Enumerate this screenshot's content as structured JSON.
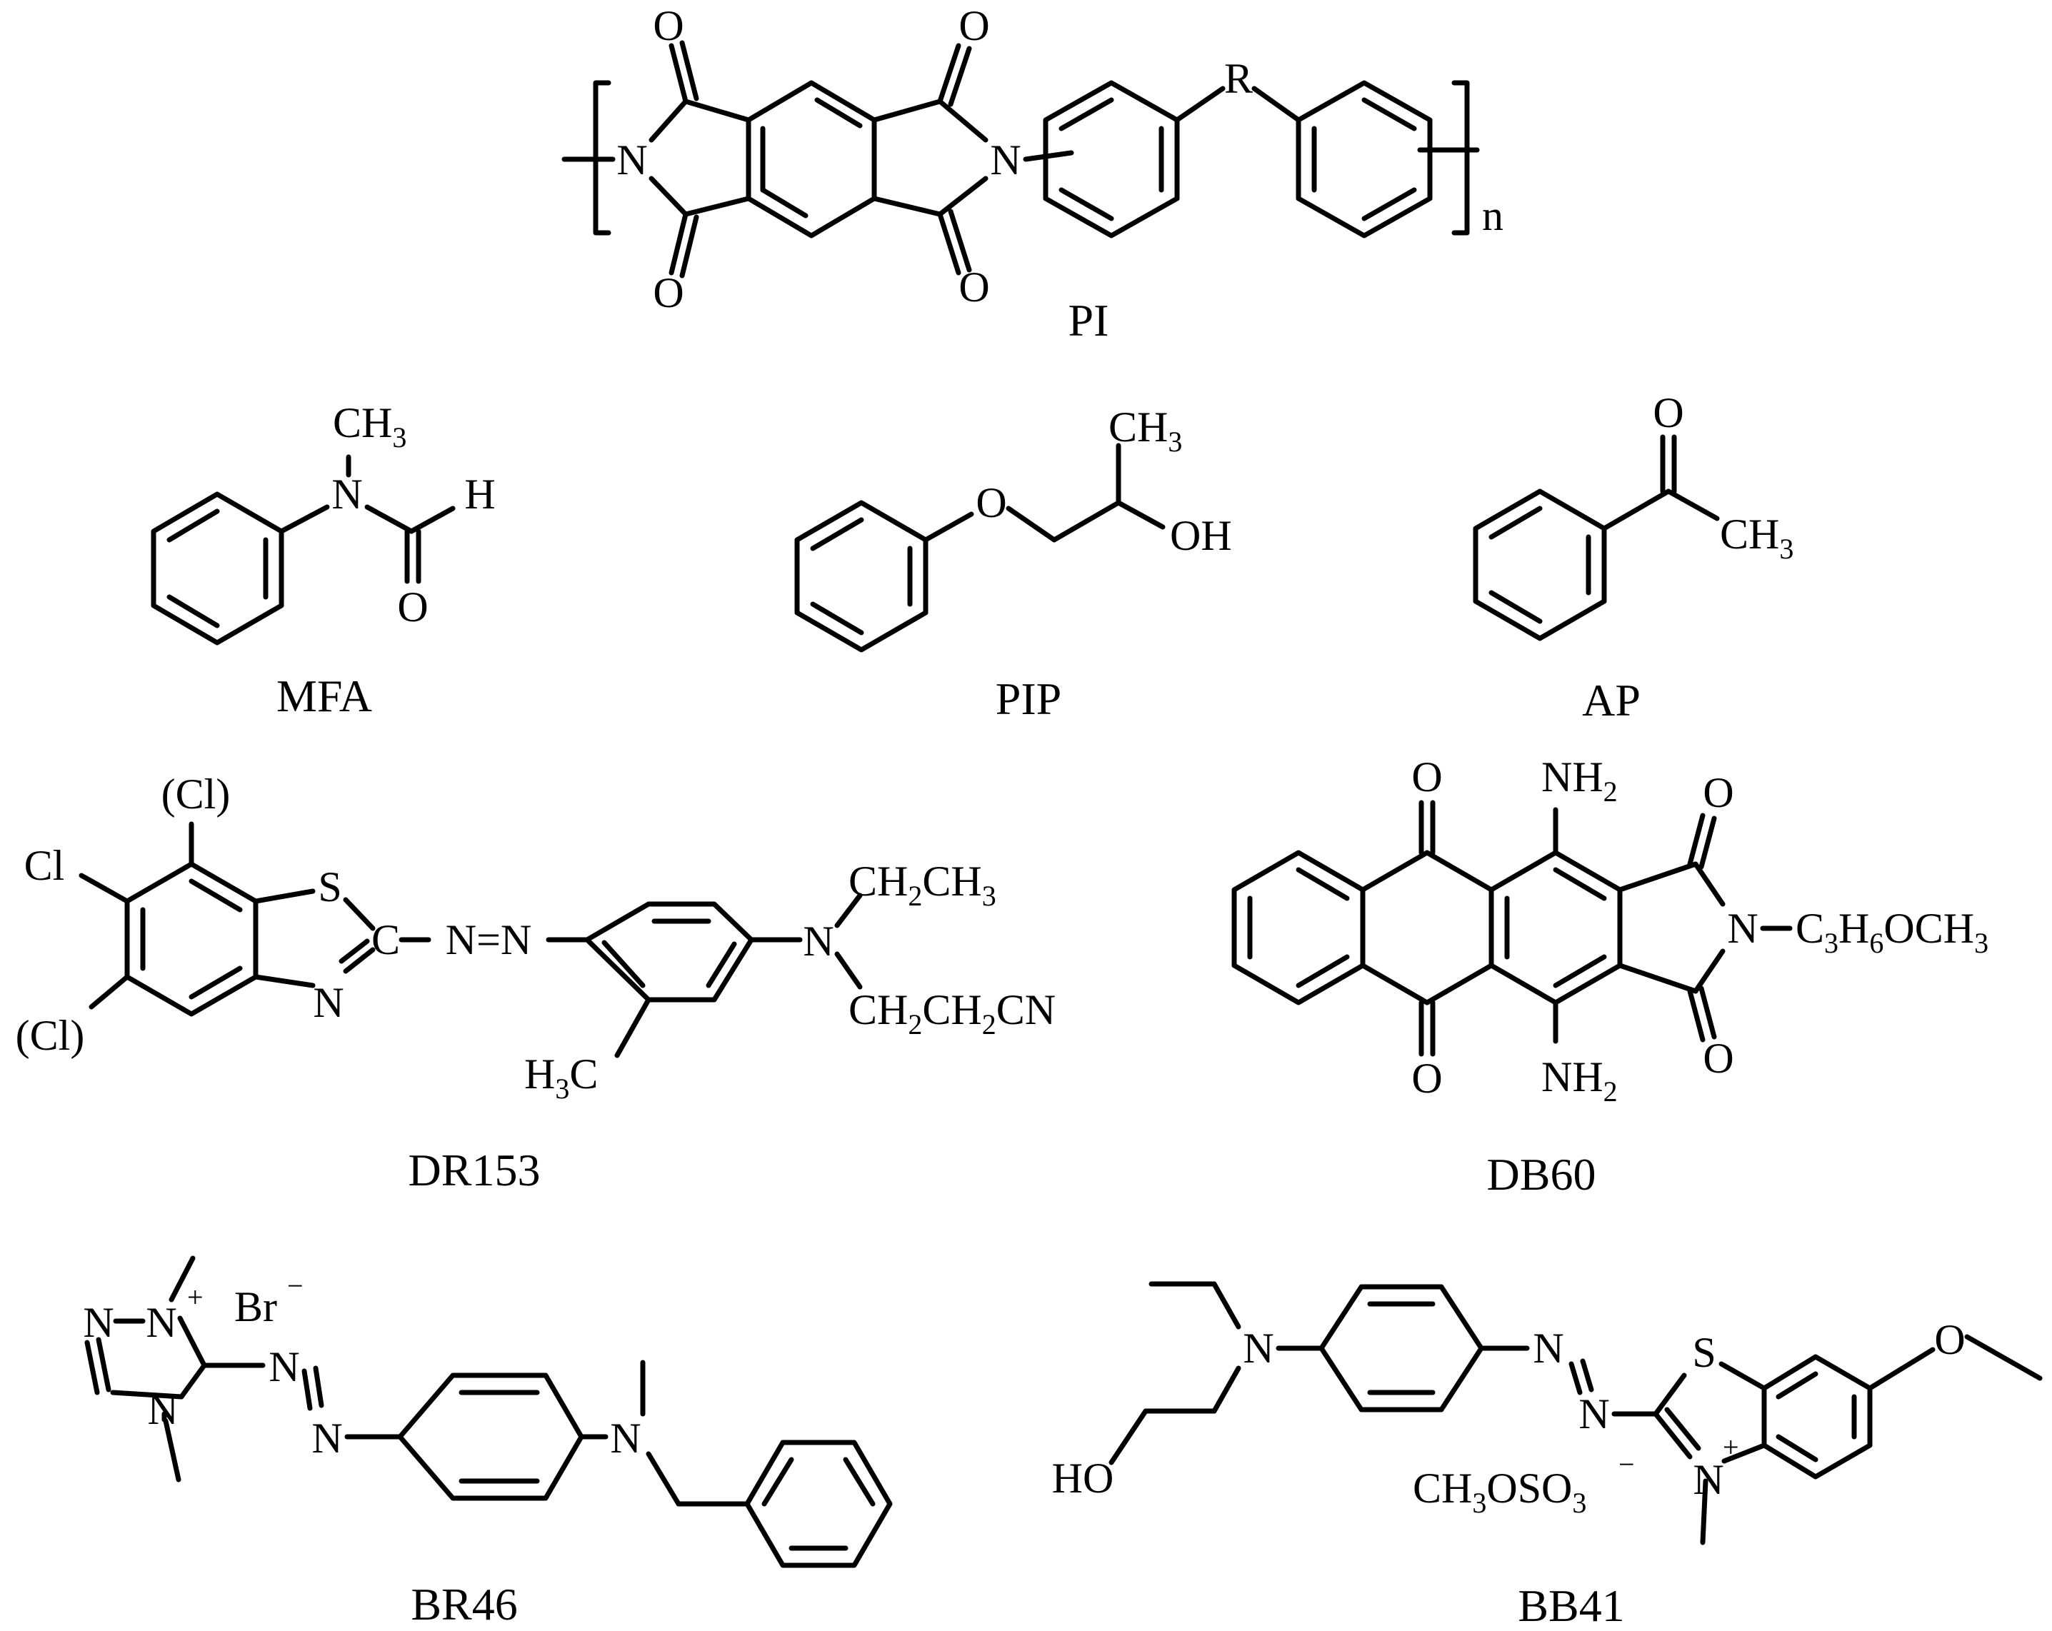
{
  "figure": {
    "compounds": [
      {
        "id": "pi",
        "label": "PI",
        "atoms": {
          "n1": "N",
          "n2": "N",
          "o1": "O",
          "o2": "O",
          "o3": "O",
          "o4": "O",
          "r": "R",
          "n": "n"
        }
      },
      {
        "id": "mfa",
        "label": "MFA",
        "atoms": {
          "ch3": "CH",
          "ch3_sub": "3",
          "n": "N",
          "h": "H",
          "o": "O"
        }
      },
      {
        "id": "pip",
        "label": "PIP",
        "atoms": {
          "o": "O",
          "ch3": "CH",
          "ch3_sub": "3",
          "oh": "OH"
        }
      },
      {
        "id": "ap",
        "label": "AP",
        "atoms": {
          "o": "O",
          "ch3": "CH",
          "ch3_sub": "3"
        }
      },
      {
        "id": "dr153",
        "label": "DR153",
        "atoms": {
          "cl_top": "(Cl)",
          "cl_left": "Cl",
          "cl_bottom": "(Cl)",
          "s": "S",
          "n_ring": "N",
          "c": "C",
          "azo": "N=N",
          "h3c": "H",
          "h3c_sub": "3",
          "h3c_c": "C",
          "n_amine": "N",
          "ethyl_a": "CH",
          "ethyl_sub": "2",
          "ethyl_b": "CH",
          "ethyl_sub2": "3",
          "cyano_a": "CH",
          "cyano_sub": "2",
          "cyano_b": "CH",
          "cyano_sub2": "2",
          "cyano_c": "CN"
        }
      },
      {
        "id": "db60",
        "label": "DB60",
        "atoms": {
          "o_top": "O",
          "o_bottom": "O",
          "nh2_top": "NH",
          "nh2_top_sub": "2",
          "nh2_bottom": "NH",
          "nh2_bottom_sub": "2",
          "o_imide_top": "O",
          "o_imide_bottom": "O",
          "n": "N",
          "c3": "C",
          "c3_sub": "3",
          "h6": "H",
          "h6_sub": "6",
          "och3": "OCH",
          "och3_sub": "3"
        }
      },
      {
        "id": "br46",
        "label": "BR46",
        "atoms": {
          "n_left": "N",
          "n_plus": "N",
          "plus": "+",
          "br": "Br",
          "br_minus": "−",
          "n_azo_top": "N",
          "n_azo_bottom": "N",
          "n_ring_bottom": "N",
          "n_amine": "N"
        }
      },
      {
        "id": "bb41",
        "label": "BB41",
        "atoms": {
          "n_amine": "N",
          "ho": "HO",
          "n_azo_top": "N",
          "n_azo_bottom": "N",
          "s": "S",
          "n_plus": "N",
          "plus": "+",
          "anion_a": "CH",
          "anion_sub": "3",
          "anion_b": "OSO",
          "anion_sub2": "3",
          "anion_minus": "−"
        }
      }
    ]
  }
}
